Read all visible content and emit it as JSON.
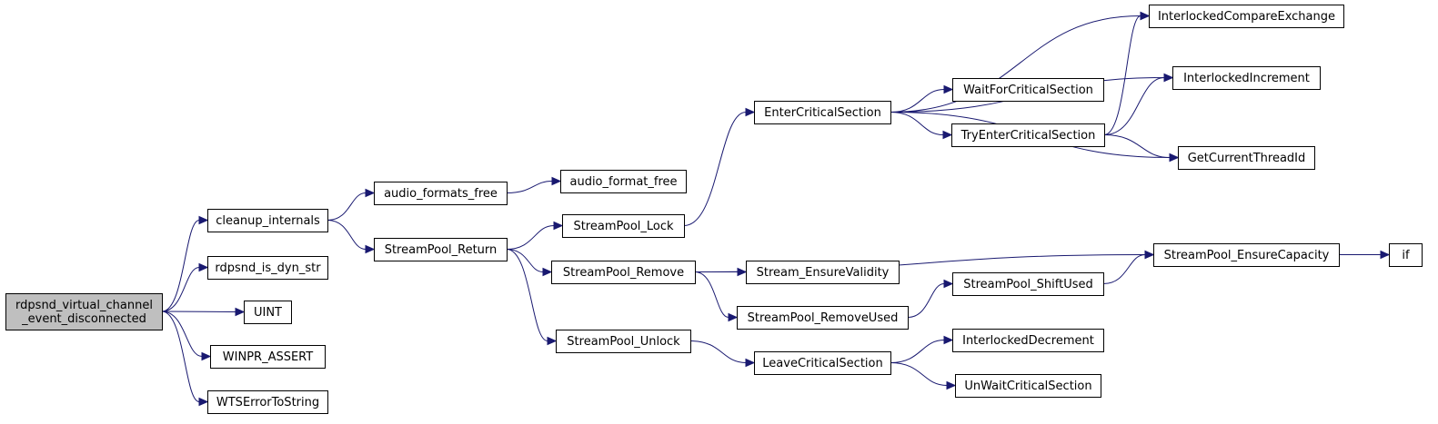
{
  "graph": {
    "nodes": {
      "root": [
        "rdpsnd_virtual_channel",
        "_event_disconnected"
      ],
      "cleanup_internals": "cleanup_internals",
      "rdpsnd_is_dyn_str": "rdpsnd_is_dyn_str",
      "uint": "UINT",
      "winpr_assert": "WINPR_ASSERT",
      "wtserror": "WTSErrorToString",
      "audio_formats_free": "audio_formats_free",
      "streampool_return": "StreamPool_Return",
      "audio_format_free": "audio_format_free",
      "streampool_lock": "StreamPool_Lock",
      "streampool_remove": "StreamPool_Remove",
      "streampool_unlock": "StreamPool_Unlock",
      "enter_cs": "EnterCriticalSection",
      "stream_ensure_validity": "Stream_EnsureValidity",
      "streampool_removeused": "StreamPool_RemoveUsed",
      "leave_cs": "LeaveCriticalSection",
      "wait_for_cs": "WaitForCriticalSection",
      "try_enter_cs": "TryEnterCriticalSection",
      "streampool_shiftused": "StreamPool_ShiftUsed",
      "interlocked_decrement": "InterlockedDecrement",
      "unwait_cs": "UnWaitCriticalSection",
      "interlocked_cmpxchg": "InterlockedCompareExchange",
      "interlocked_increment": "InterlockedIncrement",
      "get_current_thread_id": "GetCurrentThreadId",
      "streampool_ensurecapacity": "StreamPool_EnsureCapacity",
      "if_node": "if"
    },
    "edges": [
      [
        "root",
        "cleanup_internals"
      ],
      [
        "root",
        "rdpsnd_is_dyn_str"
      ],
      [
        "root",
        "uint"
      ],
      [
        "root",
        "winpr_assert"
      ],
      [
        "root",
        "wtserror"
      ],
      [
        "cleanup_internals",
        "audio_formats_free"
      ],
      [
        "cleanup_internals",
        "streampool_return"
      ],
      [
        "audio_formats_free",
        "audio_format_free"
      ],
      [
        "streampool_return",
        "streampool_lock"
      ],
      [
        "streampool_return",
        "streampool_remove"
      ],
      [
        "streampool_return",
        "streampool_unlock"
      ],
      [
        "streampool_lock",
        "enter_cs"
      ],
      [
        "streampool_remove",
        "streampool_ensurecapacity"
      ],
      [
        "streampool_remove",
        "stream_ensure_validity"
      ],
      [
        "streampool_remove",
        "streampool_removeused"
      ],
      [
        "streampool_unlock",
        "leave_cs"
      ],
      [
        "enter_cs",
        "interlocked_cmpxchg"
      ],
      [
        "enter_cs",
        "interlocked_increment"
      ],
      [
        "enter_cs",
        "wait_for_cs"
      ],
      [
        "enter_cs",
        "try_enter_cs"
      ],
      [
        "enter_cs",
        "get_current_thread_id"
      ],
      [
        "try_enter_cs",
        "interlocked_cmpxchg"
      ],
      [
        "try_enter_cs",
        "interlocked_increment"
      ],
      [
        "try_enter_cs",
        "get_current_thread_id"
      ],
      [
        "streampool_removeused",
        "streampool_shiftused"
      ],
      [
        "streampool_shiftused",
        "streampool_ensurecapacity"
      ],
      [
        "streampool_ensurecapacity",
        "if_node"
      ],
      [
        "leave_cs",
        "interlocked_decrement"
      ],
      [
        "leave_cs",
        "unwait_cs"
      ]
    ],
    "colors": {
      "edge": "#191970",
      "root_fill": "#bfbfbf",
      "node_fill": "#ffffff",
      "node_stroke": "#000000"
    }
  }
}
